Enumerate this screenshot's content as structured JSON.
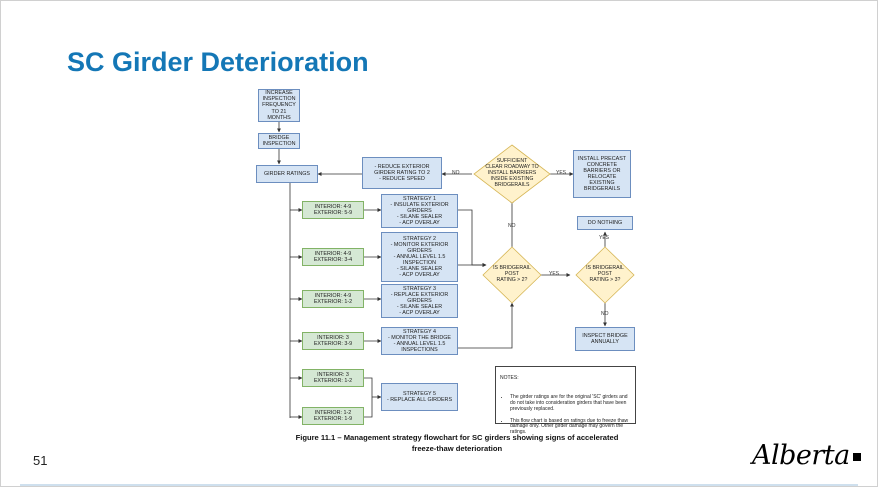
{
  "slide": {
    "title": "SC Girder Deterioration",
    "number": "51",
    "logo_text": "Alberta",
    "caption": "Figure 11.1 – Management strategy flowchart for SC girders showing signs of accelerated\nfreeze-thaw deterioration"
  },
  "flowchart": {
    "nodes": {
      "increase_inspection": "INCREASE\nINSPECTION\nFREQUENCY TO 21\nMONTHS",
      "bridge_inspection": "BRIDGE\nINSPECTION",
      "girder_ratings": "GIRDER RATINGS",
      "reduce_rating": "- REDUCE EXTERIOR\nGIRDER RATING TO 2\n- REDUCE SPEED",
      "sufficient_roadway": "SUFFICIENT\nCLEAR ROADWAY TO\nINSTALL BARRIERS\nINSIDE EXISTING\nBRIDGERAILS",
      "install_precast": "INSTALL PRECAST\nCONCRETE\nBARRIERS OR\nRELOCATE\nEXISTING\nBRIDGERAILS",
      "rating_1": "INTERIOR: 4-9\nEXTERIOR: 5-9",
      "rating_2": "INTERIOR: 4-9\nEXTERIOR: 3-4",
      "rating_3": "INTERIOR: 4-9\nEXTERIOR: 1-2",
      "rating_4": "INTERIOR: 3\nEXTERIOR: 3-9",
      "rating_5": "INTERIOR: 3\nEXTERIOR: 1-2",
      "rating_6": "INTERIOR: 1-2\nEXTERIOR: 1-9",
      "strategy_1": "STRATEGY 1\n- INSULATE EXTERIOR\nGIRDERS\n- SILANE SEALER\n- ACP OVERLAY",
      "strategy_2": "STRATEGY 2\n- MONITOR EXTERIOR\nGIRDERS\n- ANNUAL LEVEL 1.5\nINSPECTION\n- SILANE SEALER\n- ACP OVERLAY",
      "strategy_3": "STRATEGY 3\n- REPLACE EXTERIOR\nGIRDERS\n- SILANE SEALER\n- ACP OVERLAY",
      "strategy_4": "STRATEGY 4\n- MONITOR THE BRIDGE\n- ANNUAL LEVEL 1.5\nINSPECTIONS",
      "strategy_5": "STRATEGY 5\n- REPLACE ALL GIRDERS",
      "post_rating_2": "IS BRIDGERAIL\nPOST\nRATING > 2?",
      "post_rating_3": "IS BRIDGERAIL\nPOST\nRATING > 3?",
      "do_nothing": "DO NOTHING",
      "inspect_annually": "INSPECT BRIDGE\nANNUALLY"
    },
    "edge_labels": {
      "no_sufficient": "NO",
      "yes_sufficient": "YES",
      "no_post2": "NO",
      "yes_post2": "YES",
      "yes_post3": "YES",
      "no_post3": "NO"
    },
    "notes": {
      "heading": "NOTES:",
      "items": [
        "The girder ratings are for the original 'SC' girders and do not take into consideration girders that have been previously replaced.",
        "This flow chart is based on ratings due to freeze thaw damage only. Other girder damage may govern the ratings."
      ]
    }
  },
  "colors": {
    "title": "#1477b6",
    "blue_fill": "#d6e4f4",
    "blue_stroke": "#6c8ebf",
    "green_fill": "#d5e8d4",
    "green_stroke": "#82b366",
    "diamond_fill": "#fff2cc",
    "diamond_stroke": "#d6b656"
  }
}
